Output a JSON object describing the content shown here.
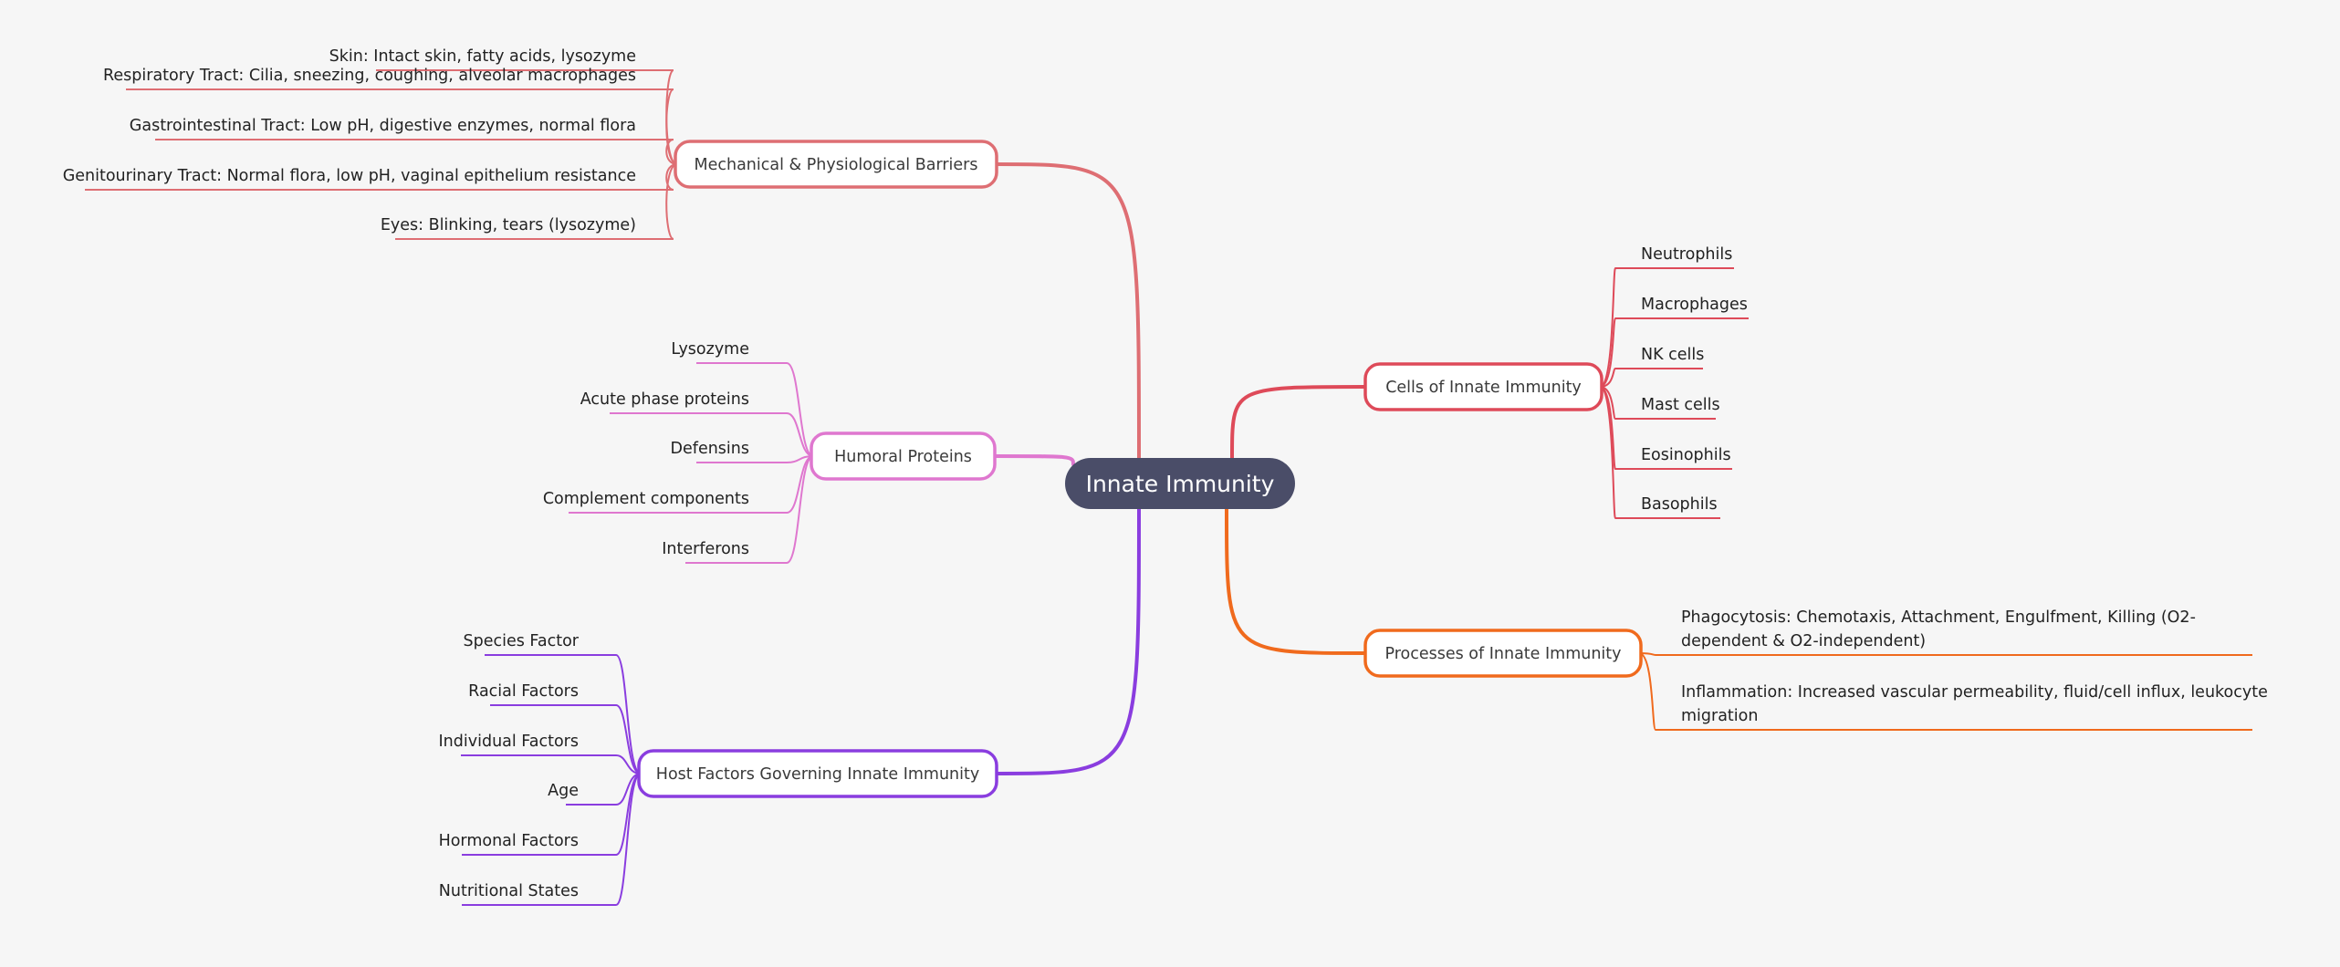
{
  "root": {
    "label": "Innate Immunity",
    "color": "#4a4d68"
  },
  "branches": [
    {
      "id": "mechanical",
      "label": "Mechanical & Physiological Barriers",
      "color": "#de6e73",
      "children": [
        "Skin: Intact skin, fatty acids, lysozyme",
        "Respiratory Tract: Cilia, sneezing, coughing, alveolar macrophages",
        "Gastrointestinal Tract: Low pH, digestive enzymes, normal flora",
        "Genitourinary Tract: Normal flora, low pH, vaginal epithelium resistance",
        "Eyes: Blinking, tears (lysozyme)"
      ]
    },
    {
      "id": "humoral",
      "label": "Humoral Proteins",
      "color": "#df77cf",
      "children": [
        "Lysozyme",
        "Acute phase proteins",
        "Defensins",
        "Complement components",
        "Interferons"
      ]
    },
    {
      "id": "host",
      "label": "Host Factors Governing Innate Immunity",
      "color": "#8a3ddf",
      "children": [
        "Species Factor",
        "Racial Factors",
        "Individual Factors",
        "Age",
        "Hormonal Factors",
        "Nutritional States"
      ]
    },
    {
      "id": "cells",
      "label": "Cells of Innate Immunity",
      "color": "#de4a59",
      "children": [
        "Neutrophils",
        "Macrophages",
        "NK cells",
        "Mast cells",
        "Eosinophils",
        "Basophils"
      ]
    },
    {
      "id": "processes",
      "label": "Processes of Innate Immunity",
      "color": "#f06a1d",
      "children": [
        [
          "Phagocytosis: Chemotaxis, Attachment, Engulfment, Killing (O2-",
          "dependent & O2-independent)"
        ],
        [
          "Inflammation: Increased vascular permeability, fluid/cell influx, leukocyte",
          "migration"
        ]
      ]
    }
  ]
}
